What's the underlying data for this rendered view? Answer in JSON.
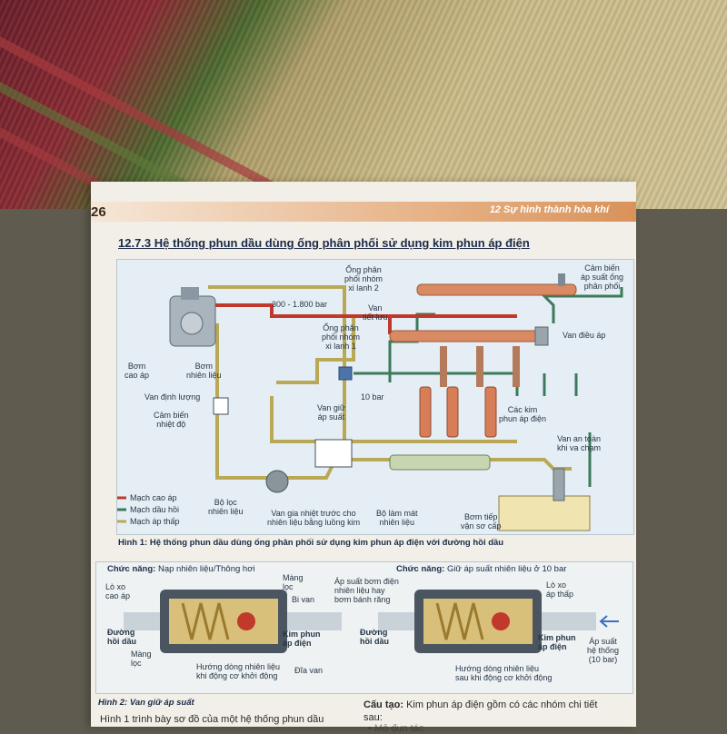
{
  "header": {
    "page_number": "26",
    "chapter": "12 Sự hình thành hòa khí"
  },
  "section_title": "12.7.3 Hệ thống phun dầu dùng ống phân phối sử dụng kim phun áp điện",
  "figure1": {
    "labels": {
      "rail_bank2": "Ống phân\nphối nhóm\nxi lanh 2",
      "sensor_rail": "Cảm biến\náp suất ống\nphân phối",
      "pressure_high": "300 - 1.800 bar",
      "return_valve": "Van\ntiết lưu",
      "rail_bank1": "Ống phân\nphối nhóm\nxi lanh 1",
      "regulator": "Van điều áp",
      "pump_hp": "Bơm\ncao áp",
      "pump_fuel": "Bơm\nnhiên liệu",
      "metering_valve": "Van định lượng",
      "hold_valve": "Van giữ\náp suất",
      "ten_bar": "10 bar",
      "injectors": "Các kim\nphun áp điện",
      "temp_sensor": "Cảm biến\nnhiệt độ",
      "crash_valve": "Van an toàn\nkhi va chạm",
      "filter": "Bộ lọc\nnhiên liệu",
      "preheat_valve": "Van gia nhiệt trước cho\nnhiên liệu bằng luồng kim",
      "cooler": "Bộ làm mát\nnhiên liệu",
      "supply_pump": "Bơm tiếp\nvận sơ cấp"
    },
    "legend": [
      {
        "label": "Mạch cao áp",
        "color": "#c0392b"
      },
      {
        "label": "Mạch dầu hồi",
        "color": "#3b7a5a"
      },
      {
        "label": "Mạch áp thấp",
        "color": "#b9a957"
      }
    ],
    "caption": "Hình 1: Hệ thống phun dầu dùng ống phân phối sử dụng kim phun áp điện với đường hồi dầu"
  },
  "figure2": {
    "left": {
      "function_label": "Chức năng:",
      "function_value": "Nạp nhiên liệu/Thông hơi",
      "spring": "Lò xo\ncao áp",
      "membrane": "Màng\nlọc",
      "ball": "Bi van",
      "return_line": "Đường\nhồi dầu",
      "injector": "Kim phun\náp điện",
      "filter_membrane": "Màng\nlọc",
      "flow": "Hướng dòng nhiên liệu\nkhi động cơ khởi động",
      "disc": "Đĩa van"
    },
    "right": {
      "function_label": "Chức năng:",
      "function_value": "Giữ áp suất nhiên liệu ở 10 bar",
      "pressure_source": "Áp suất bơm điện\nnhiên liệu hay\nbơm bánh răng",
      "low_spring": "Lò xo\náp thấp",
      "return_line": "Đường\nhồi dầu",
      "injector": "Kim phun\náp điện",
      "system_pressure": "Áp suất\nhệ thống\n(10 bar)",
      "flow": "Hướng dòng nhiên liệu\nsau khi động cơ khởi động"
    },
    "caption": "Hình 2: Van giữ áp suất"
  },
  "body": {
    "structure_label": "Cấu tạo:",
    "structure_text": "Kim phun áp điện gồm có các nhóm chi tiết",
    "structure_text2": "sau:",
    "fig_ref": "Hình 1 trình bày sơ đồ của một hệ thống phun dầu",
    "bullet": "• Mô đun tác"
  },
  "colors": {
    "high_pressure": "#c0392b",
    "return": "#3b7a5a",
    "low_pressure": "#b9a957"
  }
}
